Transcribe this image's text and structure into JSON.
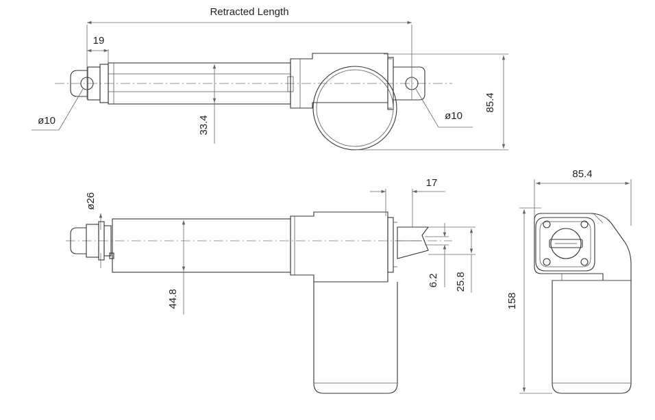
{
  "labels": {
    "retracted_length": "Retracted Length",
    "dim_19": "19",
    "hole_left": "ø10",
    "hole_right": "ø10",
    "dim_33_4": "33.4",
    "dim_85_4_top": "85.4",
    "dim_17": "17",
    "dim_26": "ø26",
    "dim_44_8": "44.8",
    "dim_6_2": "6.2",
    "dim_25_8": "25.8",
    "dim_85_4_end": "85.4",
    "dim_158": "158"
  }
}
